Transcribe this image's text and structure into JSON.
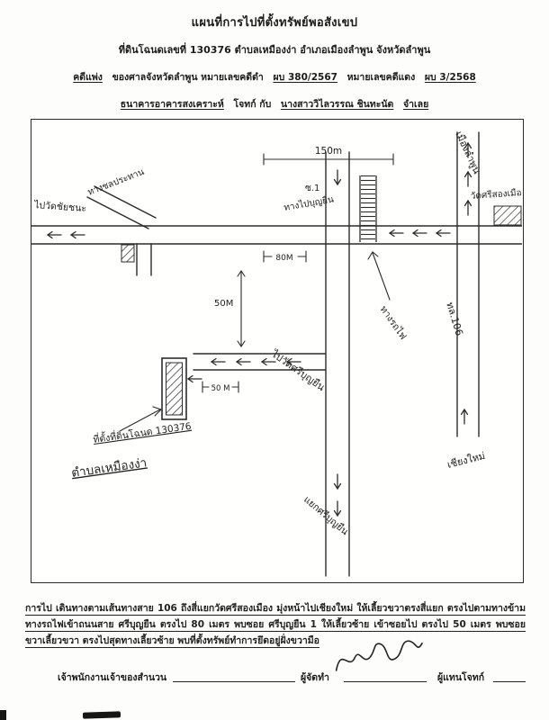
{
  "header": {
    "title": "แผนที่การไปที่ตั้งทรัพย์พอสังเขป",
    "subtitle": "ที่ดินโฉนดเลขที่ 130376 ตำบลเหมืองง่า อำเภอเมืองลำพูน จังหวัดลำพูน",
    "case_line": {
      "civil_case": "คดีแพ่ง",
      "court": "ของศาลจังหวัดลำพูน  หมายเลขคดีดำ",
      "black_case_no": "ผบ 380/2567",
      "red_label": "หมายเลขคดีแดง",
      "red_case_no": "ผบ 3/2568"
    },
    "party_line": {
      "plaintiff": "ธนาคารอาคารสงเคราะห์",
      "connector": "โจทก์  กับ",
      "defendant": "นางสาววิไลวรรณ ชินทะนัด",
      "defendant_role": "จำเลย"
    }
  },
  "map": {
    "labels": {
      "mueang_lamphun": "เมืองลำพูน",
      "wat_si_song_mueang": "วัดศรีสองเมือง",
      "to_wat_chai_chana": "ไปวัดชัยชนะ",
      "irrigation_road": "ทางชลประทาน",
      "soi1": "ซ.1",
      "to_boonyuen": "ทางไปบุญยืน",
      "railway": "ทางรถไฟ",
      "highway": "ทล.106",
      "to_wat_si_boonyuen": "ไปวัดศรีบุญยืน",
      "property": "ที่ตั้งที่ดินโฉนด 130376",
      "subdistrict": "ตำบลเหมืองง่า",
      "junction": "แยกศรีบุญยืน",
      "chiang_mai": "เชียงใหม่"
    },
    "measurements": {
      "d150": "150m",
      "d80": "80M",
      "d50_vertical": "50M",
      "d50_horizontal": "50 M"
    }
  },
  "directions": {
    "text": "การไป เดินทางตามเส้นทางสาย 106 ถึงสี่แยกวัดศรีสองเมือง มุ่งหน้าไปเชียงใหม่ ให้เลี้ยวขวาตรงสี่แยก ตรงไปตามทางข้ามทางรถไฟเข้าถนนสาย ศรีบุญยืน ตรงไป 80 เมตร พบซอย ศรีบุญยืน 1 ให้เลี้ยวซ้าย เข้าซอยไป ตรงไป 50 เมตร พบซอย ขวาเลี้ยวขวา ตรงไปสุดทางเลี้ยวซ้าย พบที่ตั้งทรัพย์ทำการยึดอยู่ฝั่งขวามือ"
  },
  "footer": {
    "officer": "เจ้าพนักงานเจ้าของสำนวน",
    "preparer": "ผู้จัดทำ",
    "plaintiff_rep": "ผู้แทนโจทก์"
  }
}
